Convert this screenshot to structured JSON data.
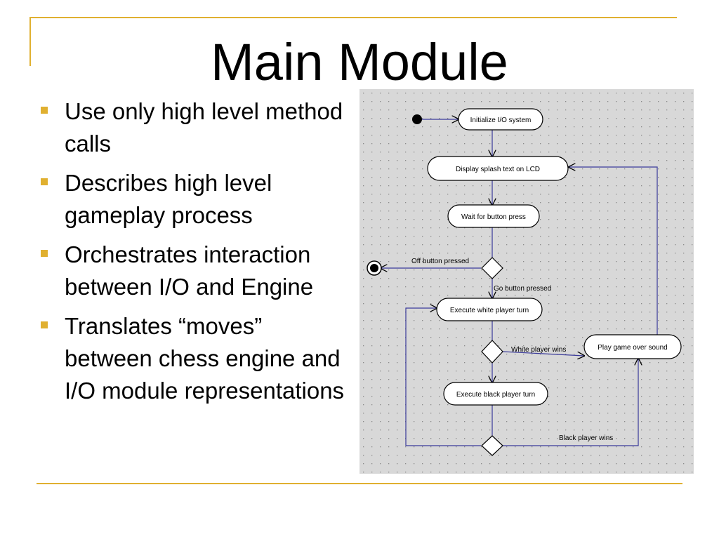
{
  "slide": {
    "title": "Main Module",
    "bullets": [
      "Use only high level method calls",
      "Describes high level gameplay process",
      "Orchestrates interaction between I/O and Engine",
      "Translates “moves” between chess engine and I/O module representations"
    ]
  },
  "diagram": {
    "activities": {
      "init": "Initialize I/O system",
      "splash": "Display splash text on LCD",
      "wait": "Wait for button press",
      "white_turn": "Execute white player turn",
      "black_turn": "Execute black player turn",
      "game_over": "Play game over sound"
    },
    "guards": {
      "off": "Off button pressed",
      "go": "Go button pressed",
      "white_wins": "White player wins",
      "black_wins": "Black player wins"
    }
  },
  "colors": {
    "accent": "#e0b030",
    "diagram_bg": "#d8d8d8",
    "grid_dot": "#8a8a8a",
    "flow_line": "#3a3a9a"
  }
}
